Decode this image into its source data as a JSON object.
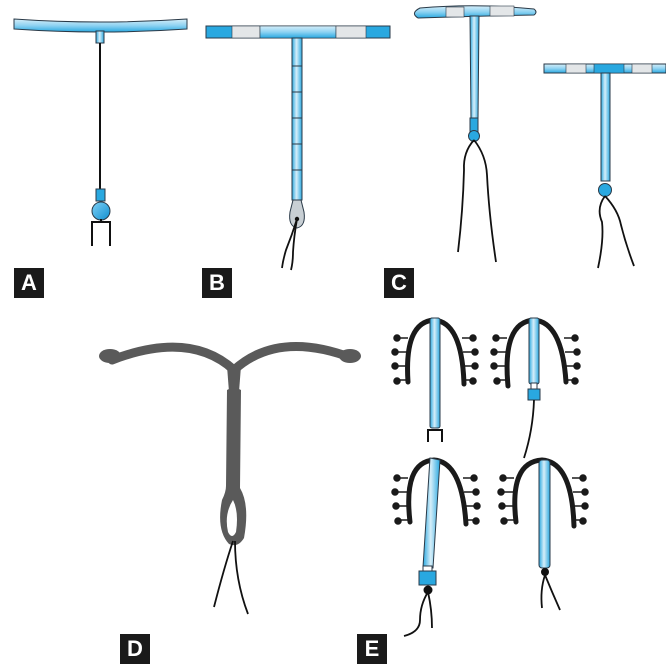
{
  "panels": [
    {
      "id": "A",
      "label": "A"
    },
    {
      "id": "B",
      "label": "B"
    },
    {
      "id": "C",
      "label": "C"
    },
    {
      "id": "D",
      "label": "D"
    },
    {
      "id": "E",
      "label": "E"
    }
  ],
  "colors": {
    "device_blue": "#29a8e0",
    "device_light_blue": "#8fd3f2",
    "device_pale_blue": "#d6eef9",
    "segment_grey": "#e3e6e8",
    "outline": "#2a3a48",
    "string": "#111111",
    "copper_device_grey": "#5a5a5a",
    "label_background": "#1a1a1a",
    "label_text": "#ffffff"
  }
}
